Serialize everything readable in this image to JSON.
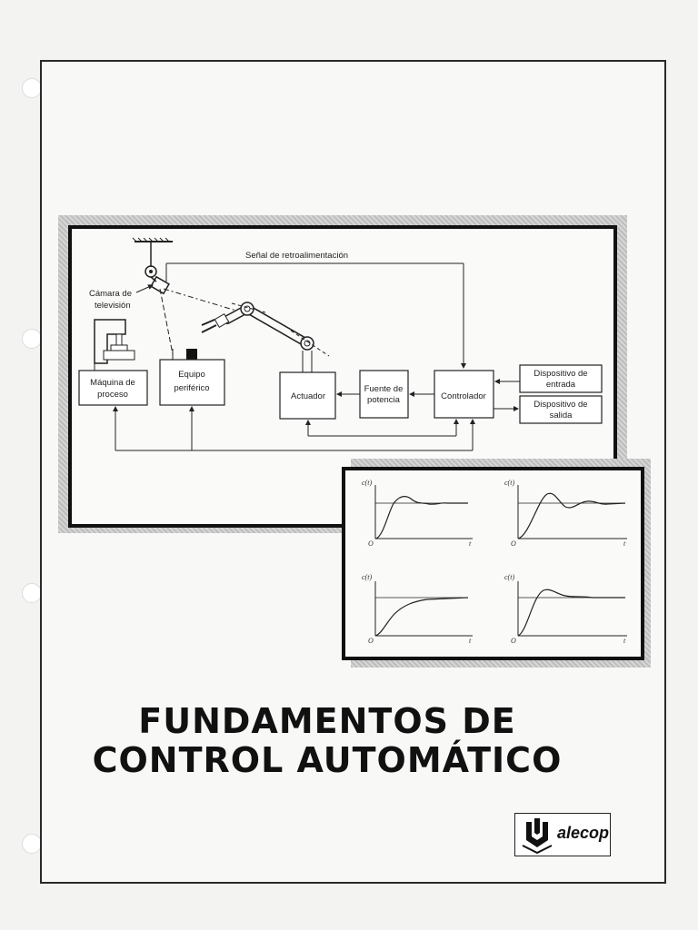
{
  "cover": {
    "title_line1": "FUNDAMENTOS DE",
    "title_line2": "CONTROL AUTOMÁTICO",
    "publisher": "alecop"
  },
  "diagram": {
    "feedback_label": "Señal de retroalimentación",
    "camera_label_1": "Cámara de",
    "camera_label_2": "televisión",
    "machine_label_1": "Máquina de",
    "machine_label_2": "proceso",
    "peripheral_label_1": "Equipo",
    "peripheral_label_2": "periférico",
    "actuator_label": "Actuador",
    "power_label_1": "Fuente de",
    "power_label_2": "potencia",
    "controller_label": "Controlador",
    "input_label_1": "Dispositivo de",
    "input_label_2": "entrada",
    "output_label_1": "Dispositivo de",
    "output_label_2": "salida"
  },
  "graphs": {
    "y_label": "c(t)",
    "x_label": "t",
    "origin_label": "O"
  }
}
